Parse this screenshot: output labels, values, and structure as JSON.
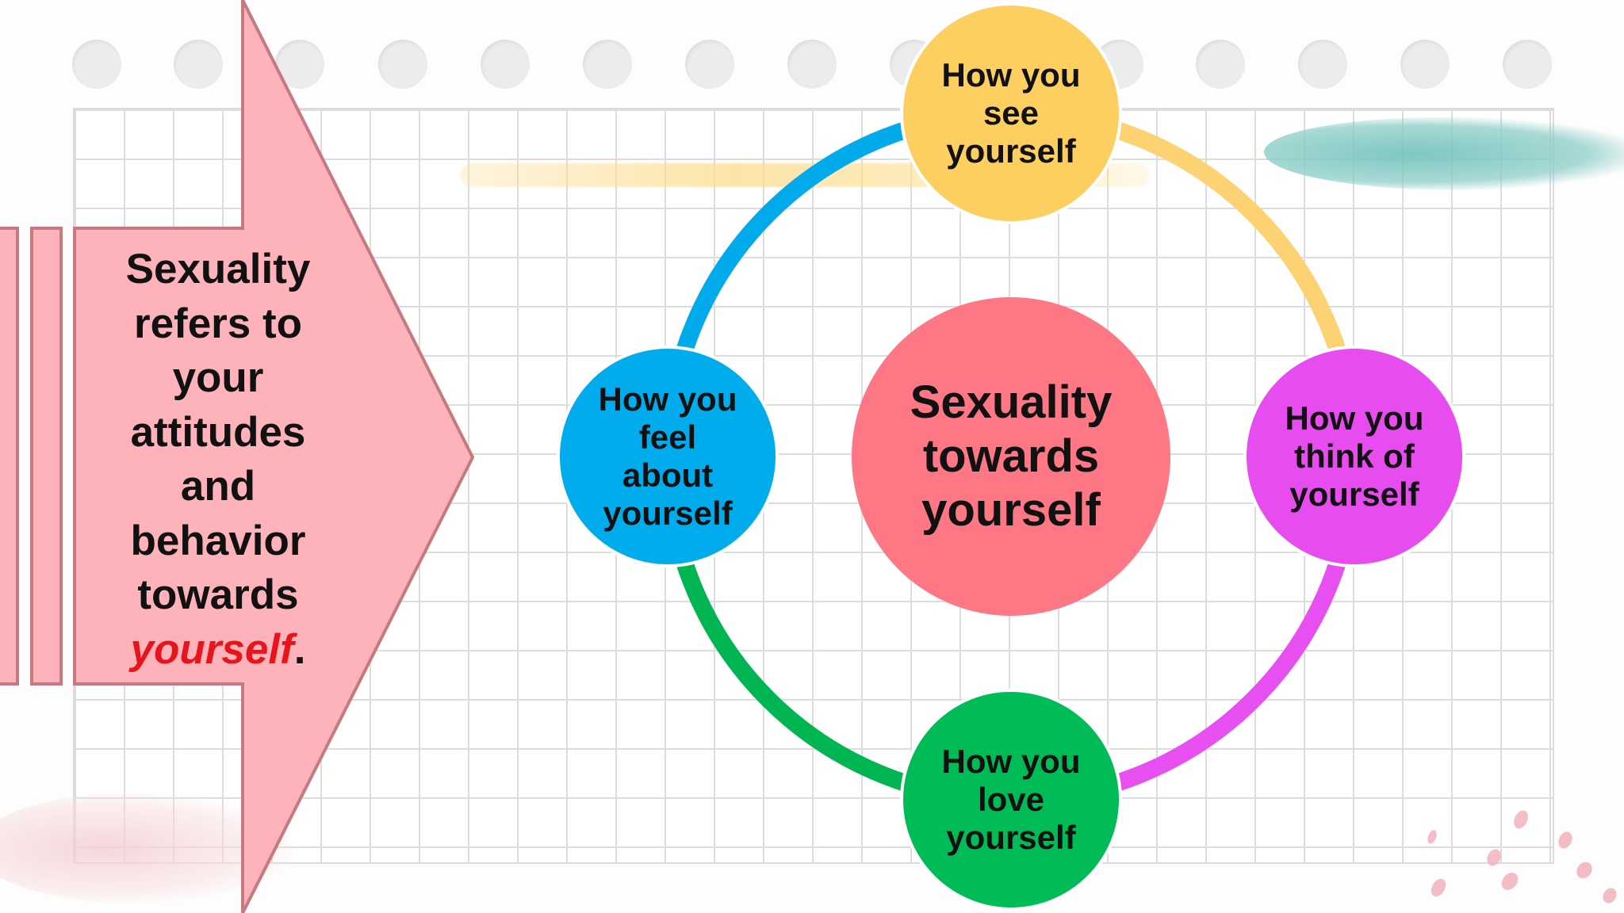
{
  "slide": {
    "definition": {
      "lines": [
        "Sexuality",
        "refers to",
        "your",
        "attitudes",
        "and",
        "behavior",
        "towards"
      ],
      "emphasis": "yourself",
      "trailing": "."
    },
    "diagram": {
      "center": "Sexuality towards yourself",
      "nodes": [
        {
          "label": "How you see yourself",
          "color": "#fdcf60",
          "ring_color": "#fdd272"
        },
        {
          "label": "How you think of yourself",
          "color": "#e64cee",
          "ring_color": "#e84ff0"
        },
        {
          "label": "How you love yourself",
          "color": "#00bc56",
          "ring_color": "#00b552"
        },
        {
          "label": "How you feel about yourself",
          "color": "#00acec",
          "ring_color": "#00aaeb"
        }
      ],
      "center_color": "#fd7784"
    },
    "colors": {
      "arrow_fill": "#feb3ba",
      "arrow_stroke": "#c57a80",
      "emphasis_text": "#e8141c"
    }
  }
}
